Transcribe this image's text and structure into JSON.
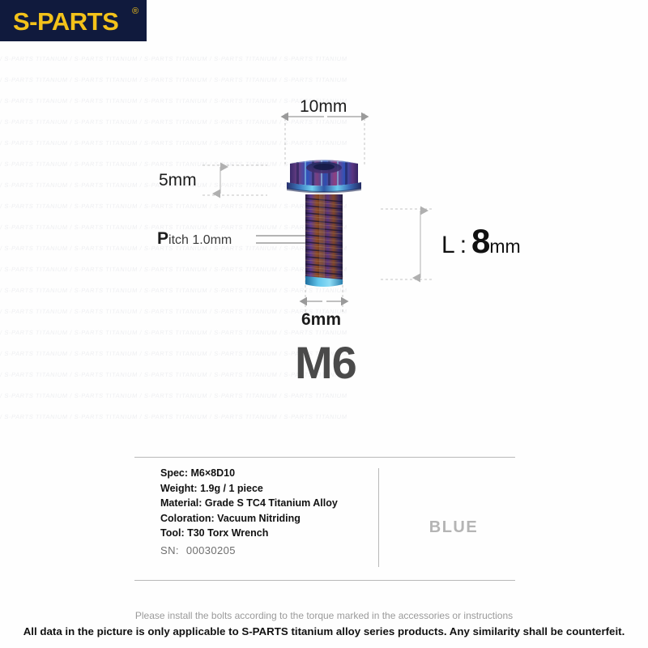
{
  "brand": {
    "logo_text": "S-PARTS",
    "registered_mark": "®",
    "logo_bg_color": "#101a3d",
    "logo_text_color": "#f3c21a"
  },
  "watermark": {
    "text": "/ S-PARTS TITANIUM / S-PARTS TITANIUM / S-PARTS TITANIUM / S-PARTS TITANIUM / S-PARTS TITANIUM "
  },
  "diagram": {
    "head_width_label": "10mm",
    "head_height_label": "5mm",
    "shaft_diameter_label": "6mm",
    "pitch_prefix": "P",
    "pitch_rest": "itch 1.0mm",
    "length_prefix": "L : ",
    "length_value": "8",
    "length_unit": "mm",
    "thread_size": "M6",
    "accent_colors": {
      "head_blue": "#2c4fb5",
      "head_purple": "#5b3a8e",
      "head_magenta": "#8f3f7a",
      "shaft_bronze": "#6b3b1e",
      "tip_cyan": "#3fb9e8"
    }
  },
  "spec": {
    "lines": [
      "Spec: M6×8D10",
      "Weight: 1.9g / 1 piece",
      "Material: Grade S TC4 Titanium Alloy",
      "Coloration: Vacuum Nitriding",
      "Tool: T30 Torx Wrench"
    ],
    "sn_label": "SN:",
    "sn_value": "00030205",
    "color_name": "BLUE"
  },
  "footer": {
    "note": "Please install the bolts according to the torque marked in the accessories or instructions",
    "warning": "All data in the picture is only applicable to S-PARTS titanium alloy series products. Any similarity shall be counterfeit."
  }
}
